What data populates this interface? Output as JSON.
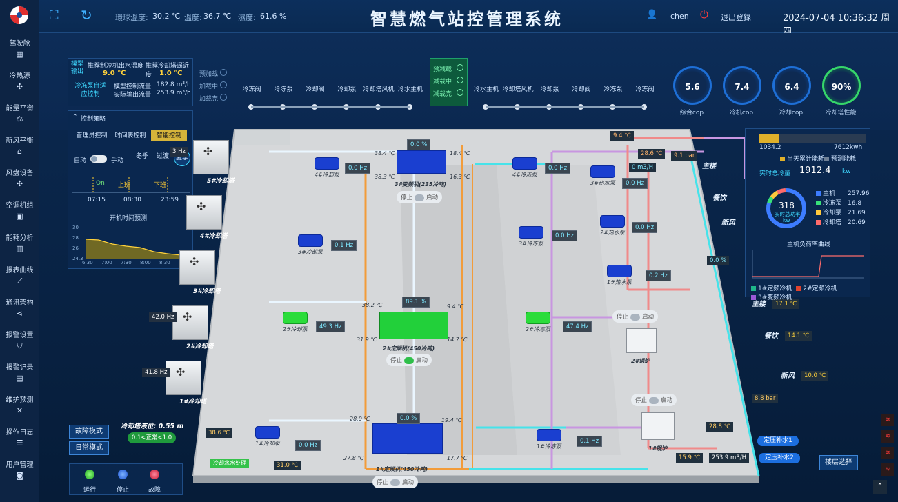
{
  "header": {
    "title": "智慧燃气站控管理系统",
    "env_temp_label": "環球溫度:",
    "env_temp_value": "30.2 ℃",
    "temp_label": "溫度:",
    "temp_value": "36.7 ℃",
    "humidity_label": "濕度:",
    "humidity_value": "61.6 %",
    "user": "chen",
    "logout": "退出登錄",
    "datetime": "2024-07-04 10:36:32 周四"
  },
  "sidebar": {
    "items": [
      {
        "label": "驾驶舱",
        "icon": "grid-icon"
      },
      {
        "label": "冷热源",
        "icon": "fan-icon"
      },
      {
        "label": "能量平衡",
        "icon": "balance-icon"
      },
      {
        "label": "新风平衡",
        "icon": "building-icon"
      },
      {
        "label": "风盘设备",
        "icon": "fan-icon"
      },
      {
        "label": "空调机组",
        "icon": "box-icon"
      },
      {
        "label": "能耗分析",
        "icon": "chart-icon"
      },
      {
        "label": "报表曲线",
        "icon": "line-icon"
      },
      {
        "label": "通讯架构",
        "icon": "share-icon"
      },
      {
        "label": "报警设置",
        "icon": "shield-icon"
      },
      {
        "label": "报警记录",
        "icon": "calendar-icon"
      },
      {
        "label": "维护预测",
        "icon": "tools-icon"
      },
      {
        "label": "操作日志",
        "icon": "log-icon"
      },
      {
        "label": "用户管理",
        "icon": "user-icon"
      }
    ]
  },
  "model_panel": {
    "row1_label": "模型输出",
    "rec_chiller_label": "推荐制冷机出水温度",
    "rec_chiller_value": "9.0 ℃",
    "rec_tower_label": "推荐冷却塔逼近度",
    "rec_tower_value": "1.0 ℃",
    "row2_label": "冷冻泵自适应控制",
    "model_flow_label": "模型控制流量:",
    "model_flow_value": "182.8 m³/h",
    "actual_flow_label": "实际输出流量:",
    "actual_flow_value": "253.9 m³/h"
  },
  "load_states_left": [
    "预加载",
    "加载中",
    "加载完"
  ],
  "load_states_right": [
    "预减载",
    "减载中",
    "减载完"
  ],
  "sequence_left": [
    "冷冻阀",
    "冷冻泵",
    "冷却阀",
    "冷却泵",
    "冷却塔风机",
    "冷水主机"
  ],
  "sequence_right": [
    "冷水主机",
    "冷却塔风机",
    "冷却泵",
    "冷却阀",
    "冷冻泵",
    "冷冻阀"
  ],
  "gauges": [
    {
      "value": "5.6",
      "label": "综合cop"
    },
    {
      "value": "7.4",
      "label": "冷机cop"
    },
    {
      "value": "6.4",
      "label": "冷却cop"
    },
    {
      "value": "90%",
      "label": "冷却塔性能"
    }
  ],
  "strategy": {
    "title": "控制策略",
    "tabs": [
      "管理员控制",
      "时间表控制",
      "智能控制"
    ],
    "auto": "自动",
    "manual": "手动",
    "winter": "冬季",
    "transition": "过渡",
    "summer": "夏季",
    "on": "On",
    "shang_ban": "上班",
    "xia_ban": "下班",
    "t1": "07:15",
    "t2": "08:30",
    "t3": "23:59",
    "forecast_title": "开机时间预测",
    "y_ticks": [
      "30",
      "28",
      "26",
      "24.3"
    ],
    "x_ticks": [
      "6:30",
      "7:00",
      "7:30",
      "8:00",
      "8:30"
    ]
  },
  "energy_panel": {
    "current": "1034.2",
    "predicted": "7612kwh",
    "legend_current": "当天累计能耗",
    "legend_predicted": "预测能耗",
    "realtime_label": "实时总冷量",
    "realtime_value": "1912.4",
    "realtime_unit": "kw",
    "ring_value": "318",
    "ring_label": "实时总功率",
    "ring_unit": "kw",
    "breakdown": [
      {
        "name": "主机",
        "value": "257.96",
        "color": "#3d7cff"
      },
      {
        "name": "冷冻泵",
        "value": "16.8",
        "color": "#38e07a"
      },
      {
        "name": "冷却泵",
        "value": "21.69",
        "color": "#ffc83c"
      },
      {
        "name": "冷却塔",
        "value": "20.69",
        "color": "#ff6b6b"
      }
    ],
    "load_chart_title": "主机负荷率曲线",
    "load_legend": [
      "1#定频冷机",
      "2#定频冷机",
      "3#变频冷机"
    ]
  },
  "scene": {
    "chiller3": {
      "name": "3#变频机(235冷吨)",
      "pct": "0.0 %",
      "t1": "38.4 ℃",
      "t2": "38.3 ℃",
      "t3": "18.4 ℃",
      "t4": "16.3 ℃"
    },
    "chiller2": {
      "name": "2#定频机(450冷吨)",
      "pct": "89.1 %",
      "t1": "38.2 ℃",
      "t2": "31.9 ℃",
      "t3": "9.4 ℃",
      "t4": "14.7 ℃"
    },
    "chiller1": {
      "name": "1#定频机(450冷吨)",
      "pct": "0.0 %",
      "t1": "28.0 ℃",
      "t2": "27.8 ℃",
      "t3": "19.4 ℃",
      "t4": "17.7 ℃"
    },
    "pumps": {
      "p4_cool": {
        "name": "4#冷却泵",
        "hz": "0.0 Hz"
      },
      "p3_cool": {
        "name": "3#冷却泵",
        "hz": "0.1 Hz"
      },
      "p2_cool": {
        "name": "2#冷却泵",
        "hz": "49.3 Hz"
      },
      "p1_cool": {
        "name": "1#冷却泵",
        "hz": "0.0 Hz"
      },
      "p4_frz": {
        "name": "4#冷冻泵",
        "hz": "0.0 Hz"
      },
      "p3_frz": {
        "name": "3#冷冻泵",
        "hz": "0.0 Hz"
      },
      "p2_frz": {
        "name": "2#冷冻泵",
        "hz": "47.4 Hz"
      },
      "p1_frz": {
        "name": "1#冷冻泵",
        "hz": "0.1 Hz"
      },
      "h3": {
        "name": "3#热水泵",
        "hz": "0.0 Hz"
      },
      "h2": {
        "name": "2#热水泵",
        "hz": "0.0 Hz"
      },
      "h1": {
        "name": "1#热水泵",
        "hz": "0.2 Hz"
      }
    },
    "towers": [
      {
        "name": "5#冷却塔",
        "hz": "3 Hz"
      },
      {
        "name": "4#冷却塔",
        "hz": ""
      },
      {
        "name": "3#冷却塔",
        "hz": ""
      },
      {
        "name": "2#冷却塔",
        "hz": "42.0 Hz"
      },
      {
        "name": "1#冷却塔",
        "hz": "41.8 Hz"
      }
    ],
    "tower_level": "冷却塔液位: 0.55 m",
    "tower_level_range": "0.1<正常<1.0",
    "boiler2": "2#锅炉",
    "boiler1": "1#锅炉",
    "stop": "停止",
    "start": "启动",
    "readings": {
      "top_temp": "9.4 ℃",
      "hot_temp": "28.6 ℃",
      "hot_press": "9.1 bar",
      "hot_flow": "0 m3/H",
      "valve_pct": "0.0 %",
      "press_88": "8.8 bar",
      "t_288": "28.8 ℃",
      "t_159": "15.9 ℃",
      "flow_2539": "253.9 m3/H",
      "t_386": "38.6 ℃",
      "t_310": "31.0 ℃",
      "water_treat": "冷却水水处理",
      "hz_01": "0.1 Hz"
    },
    "zones": [
      {
        "name": "主楼",
        "value": ""
      },
      {
        "name": "餐饮",
        "value": ""
      },
      {
        "name": "新风",
        "value": ""
      },
      {
        "name": "主楼",
        "value": "17.1 ℃"
      },
      {
        "name": "餐饮",
        "value": "14.1 ℃"
      },
      {
        "name": "新风",
        "value": "10.0 ℃"
      }
    ],
    "makeup1": "定压补水1",
    "makeup2": "定压补水2"
  },
  "bottom": {
    "fault_mode": "故障模式",
    "daily_mode": "日常模式",
    "run": "运行",
    "stop": "停止",
    "fault": "故障",
    "floor_select": "楼层选择"
  },
  "colors": {
    "accent": "#3fd8ff",
    "hot_pipe": "#f08a8a",
    "cold_pipe": "#46e3ea",
    "cooling_pipe": "#f29c3a",
    "chilled_pipe": "#c896e0"
  }
}
